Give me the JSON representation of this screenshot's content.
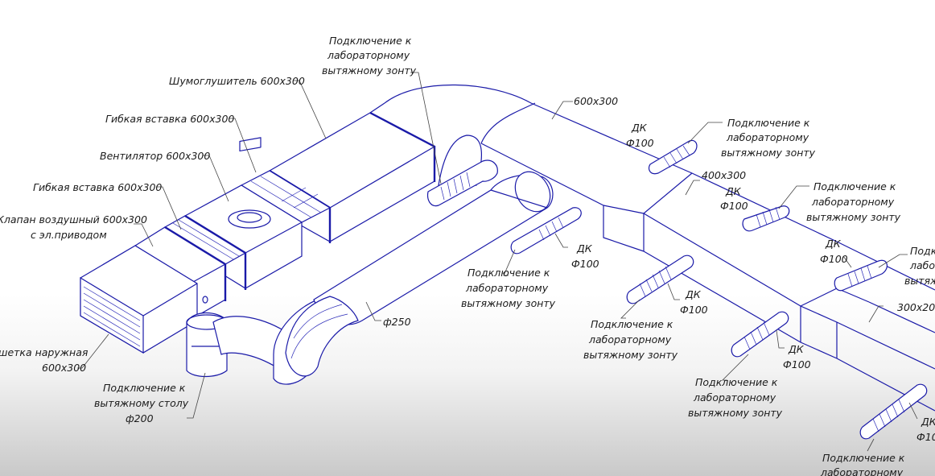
{
  "labels": {
    "hood_top_1": "Подключение к",
    "hood_top_2": "лабораторному",
    "hood_top_3": "вытяжному зонту",
    "silencer": "Шумоглушитель 600х300",
    "flex1": "Гибкая вставка 600х300",
    "fan": "Вентилятор 600х300",
    "flex2": "Гибкая вставка 600х300",
    "valve_1": "Клапан воздушный 600х300",
    "valve_2": "с эл.приводом",
    "grille_1": "шетка наружная",
    "grille_2": "600х300",
    "table_1": "Подключение к",
    "table_2": "вытяжному столу",
    "table_3": "ф200",
    "main_duct": "600х300",
    "pipe250": "ф250",
    "dk_a_1": "ДК",
    "dk_a_2": "Ф100",
    "hood_a_1": "Подключение к",
    "hood_a_2": "лабораторному",
    "hood_a_3": "вытяжному зонту",
    "reducer": "400х300",
    "dk_b_1": "ДК",
    "dk_b_2": "Ф100",
    "hood_b_1": "Подключение к",
    "hood_b_2": "лабораторному",
    "hood_b_3": "вытяжному зонту",
    "dk_c_1": "ДК",
    "dk_c_2": "Ф100",
    "hood_c_1": "Подключение к",
    "hood_c_2": "лабораторному",
    "hood_c_3": "вытяжному зонту",
    "dk_d_1": "ДК",
    "dk_d_2": "Ф100",
    "hood_d_1": "Подключение к",
    "hood_d_2": "лабораторному",
    "hood_d_3": "вытяжному зонту",
    "dk_e_1": "ДК",
    "dk_e_2": "Ф100",
    "hood_e_1": "Подключение к",
    "hood_e_2": "лабораторному",
    "hood_e_3": "вытяжному зонту",
    "dk_f_1": "ДК",
    "dk_f_2": "Ф100",
    "hood_f_1": "Подк",
    "hood_f_2": "лабор",
    "hood_f_3": "вытяж",
    "duct300": "300х200",
    "dk_g_1": "ДК",
    "dk_g_2": "Ф10",
    "hood_g_1": "Подключение к",
    "hood_g_2": "лабораторному"
  },
  "colors": {
    "line": "#1a1aa8",
    "leader": "#444444",
    "text": "#1b1b1b"
  }
}
